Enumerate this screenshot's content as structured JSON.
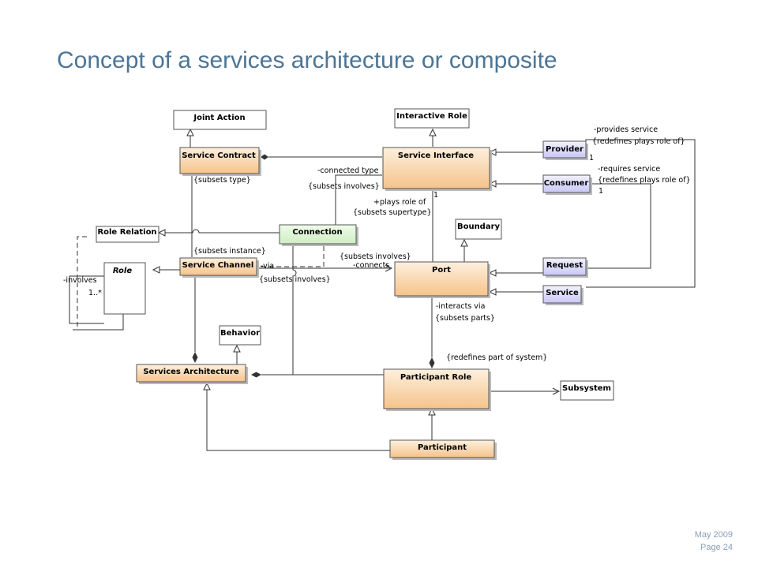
{
  "title": "Concept of a services architecture or composite",
  "footer": {
    "date": "May 2009",
    "page": "Page 24"
  },
  "classes": {
    "joint_action": "Joint Action",
    "interactive_role": "Interactive Role",
    "service_contract": "Service Contract",
    "service_interface": "Service Interface",
    "provider": "Provider",
    "consumer": "Consumer",
    "role_relation": "Role Relation",
    "connection": "Connection",
    "boundary": "Boundary",
    "service_channel": "Service Channel",
    "port": "Port",
    "request": "Request",
    "service": "Service",
    "role": "Role",
    "behavior": "Behavior",
    "services_architecture": "Services Architecture",
    "participant_role": "Participant Role",
    "subsystem": "Subsystem",
    "participant": "Participant"
  },
  "labels": {
    "provides_service": "-provides service",
    "redefines_plays_role_1": "{redefines plays role of}",
    "requires_service": "-requires service",
    "redefines_plays_role_2": "{redefines plays role of}",
    "mult_provider": "1",
    "mult_consumer": "1",
    "connected_type": "-connected type",
    "subsets_type": "{subsets type}",
    "subsets_involves_1": "{subsets involves}",
    "mult_si_port": "1",
    "plays_role_of": "+plays role of",
    "subsets_supertype": "{subsets supertype}",
    "subsets_instance": "{subsets instance}",
    "subsets_involves_2": "{subsets involves}",
    "via": "-via",
    "connects": "-connects",
    "subsets_involves_3": "{subsets involves}",
    "involves": "-involves",
    "mult_role": "1..*",
    "interacts_via": "-interacts via",
    "subsets_parts": "{subsets parts}",
    "redefines_part_of_system": "{redefines part of system}"
  },
  "colors": {
    "title": "#4d7595",
    "footer": "#8aa0b8",
    "orange_light": "#fdf0de",
    "orange_dark": "#f6c38a",
    "purple_light": "#f3f2fe",
    "purple_dark": "#c9c7f6",
    "green": "#dff7d6"
  }
}
